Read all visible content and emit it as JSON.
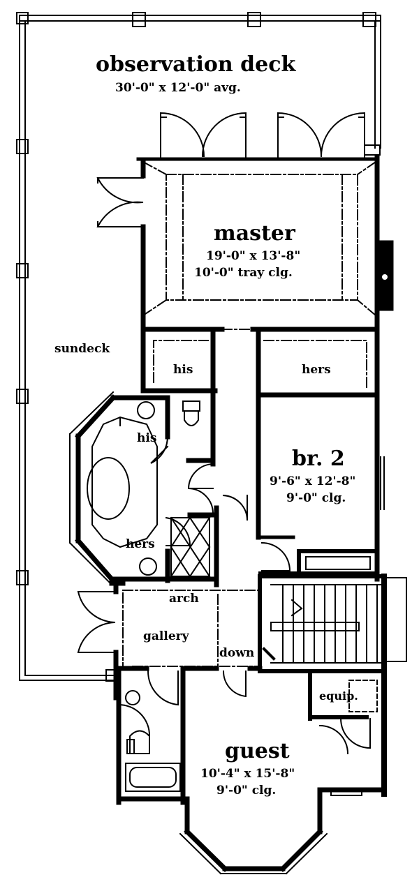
{
  "colors": {
    "ink": "#000000",
    "paper": "#ffffff"
  },
  "rooms": {
    "observation_deck": {
      "name": "observation deck",
      "size": "30'-0\" x 12'-0\" avg."
    },
    "master": {
      "name": "master",
      "size": "19'-0\" x 13'-8\"",
      "ceiling": "10'-0\" tray clg."
    },
    "sundeck": {
      "name": "sundeck"
    },
    "his_closet": {
      "name": "his"
    },
    "hers_closet": {
      "name": "hers"
    },
    "his_bath": {
      "name": "his"
    },
    "hers_bath": {
      "name": "hers"
    },
    "br2": {
      "name": "br. 2",
      "size": "9'-6\" x 12'-8\"",
      "ceiling": "9'-0\" clg."
    },
    "arch": {
      "name": "arch"
    },
    "gallery": {
      "name": "gallery"
    },
    "down": {
      "name": "down"
    },
    "equip": {
      "name": "equip."
    },
    "guest": {
      "name": "guest",
      "size": "10'-4\" x 15'-8\"",
      "ceiling": "9'-0\" clg."
    }
  }
}
